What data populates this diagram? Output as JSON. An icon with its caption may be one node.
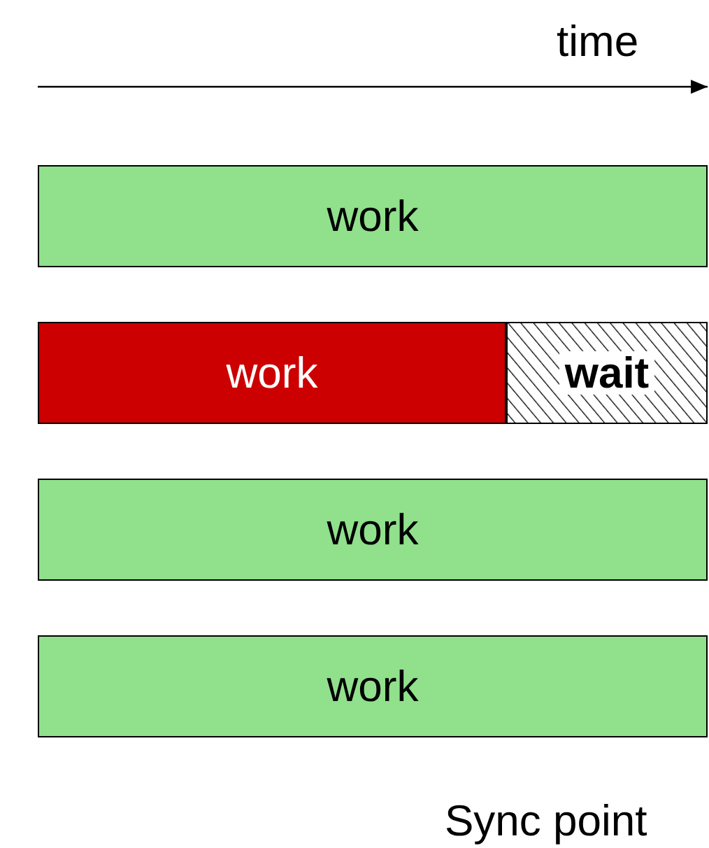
{
  "diagram": {
    "nodes": [
      {
        "text": [
          "work"
        ]
      },
      {
        "text": [
          "work"
        ]
      },
      {
        "text": [
          "wait"
        ]
      },
      {
        "text": [
          "work"
        ]
      },
      {
        "text": [
          "work"
        ]
      }
    ],
    "labels": [
      "time",
      "Sync point"
    ]
  }
}
